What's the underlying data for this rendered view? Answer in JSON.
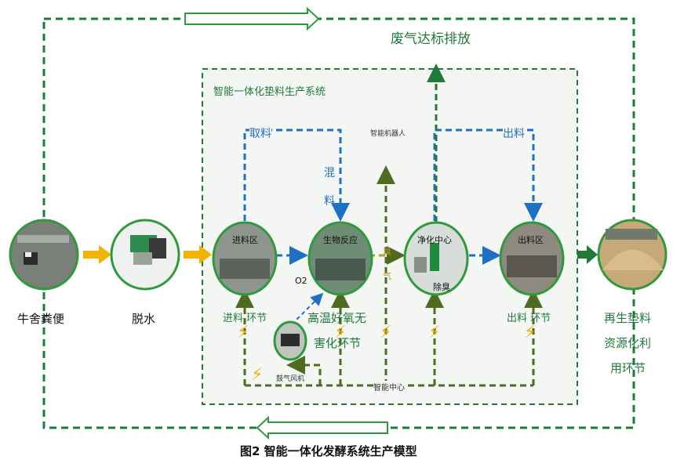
{
  "caption": "图2 智能一体化发酵系统生产模型",
  "top_label": "废气达标排放",
  "system_title": "智能一体化垫料生产系统",
  "stages": {
    "barn": "牛舍粪便",
    "dewater": "脱水",
    "feed_zone": "进料区",
    "bio_reactor": "生物反应",
    "purify": "净化中心",
    "discharge_zone": "出料区",
    "recycle_line1": "再生垫料",
    "recycle_line2": "资源化利",
    "recycle_line3": "用环节"
  },
  "labels": {
    "feed": "取料",
    "mix1": "混",
    "mix2": "料",
    "robot": "智能机器人",
    "out_feed": "出料",
    "exhaust1": "臭",
    "exhaust2": "气",
    "o2": "O2",
    "pump": "除臭",
    "feed_stage": "进料  环节",
    "ferment1": "高温好氧无",
    "ferment2": "害化环节",
    "out_stage": "出料  环节",
    "fan": "鼓气风机",
    "control": "智能中心"
  },
  "colors": {
    "green": "#1f7a3a",
    "blue": "#1f6fc4",
    "yellow_arrow": "#f2b200",
    "olive": "#4e6b1f",
    "panel_bg": "#f4f6f4"
  }
}
